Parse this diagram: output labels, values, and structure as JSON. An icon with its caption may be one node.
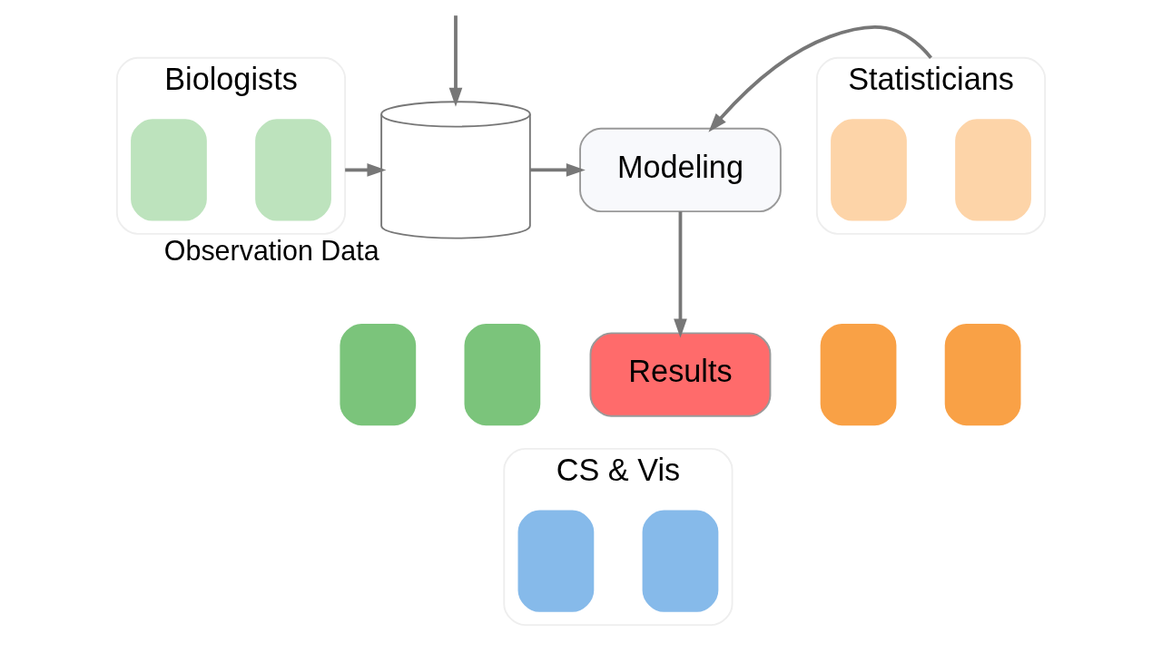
{
  "diagram": {
    "nodes": [
      {
        "text": [
          "Biologists"
        ]
      },
      {
        "text": [],
        "shape": "person",
        "in": 0
      },
      {
        "text": [],
        "shape": "person",
        "in": 0
      },
      {
        "text": [],
        "shape": "cylinder",
        "beside": [
          "Observation Data"
        ]
      },
      {
        "text": [
          "Modeling"
        ]
      },
      {
        "text": [
          "Statisticians"
        ]
      },
      {
        "text": [],
        "shape": "person",
        "in": 5
      },
      {
        "text": [],
        "shape": "person",
        "in": 5
      },
      {
        "text": [],
        "shape": "person"
      },
      {
        "text": [],
        "shape": "person"
      },
      {
        "text": [
          "Results"
        ]
      },
      {
        "text": [],
        "shape": "person"
      },
      {
        "text": [],
        "shape": "person"
      },
      {
        "text": [
          "CS & Vis"
        ]
      },
      {
        "text": [],
        "shape": "person",
        "in": 13
      },
      {
        "text": [],
        "shape": "person",
        "in": 13
      }
    ],
    "edges": [
      {
        "from": 0,
        "to": 3,
        "arrow": "to"
      },
      {
        "from": null,
        "to": 3,
        "arrow": "to"
      },
      {
        "from": 3,
        "to": 4,
        "arrow": "to"
      },
      {
        "from": 5,
        "to": 4,
        "arrow": "to"
      },
      {
        "from": 4,
        "to": 10,
        "arrow": "to"
      }
    ]
  }
}
